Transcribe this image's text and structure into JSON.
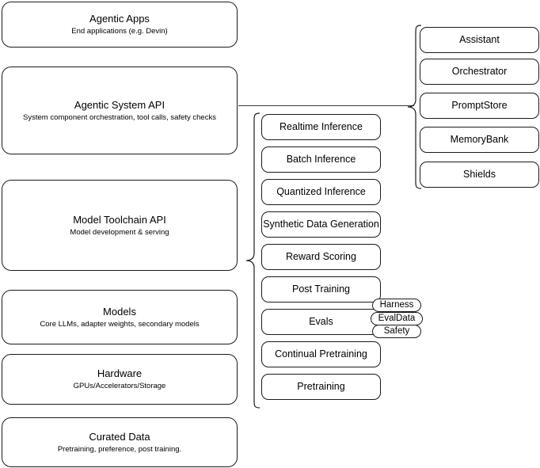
{
  "diagram": {
    "title": "AI Stack Layers Diagram",
    "stroke_color": "#1a1a1a",
    "background_color": "#ffffff"
  },
  "layers": [
    {
      "name": "agentic-apps",
      "title": "Agentic Apps",
      "subtitle": "End applications (e.g. Devin)"
    },
    {
      "name": "agentic-system-api",
      "title": "Agentic System API",
      "subtitle": "System component orchestration, tool calls, safety checks"
    },
    {
      "name": "model-toolchain-api",
      "title": "Model Toolchain API",
      "subtitle": "Model development & serving"
    },
    {
      "name": "models",
      "title": "Models",
      "subtitle": "Core LLMs, adapter weights, secondary models"
    },
    {
      "name": "hardware",
      "title": "Hardware",
      "subtitle": "GPUs/Accelerators/Storage"
    },
    {
      "name": "curated-data",
      "title": "Curated Data",
      "subtitle": "Pretraining, preference, post training."
    }
  ],
  "toolchain_capabilities": [
    {
      "name": "realtime-inference",
      "label": "Realtime Inference"
    },
    {
      "name": "batch-inference",
      "label": "Batch Inference"
    },
    {
      "name": "quantized-inference",
      "label": "Quantized Inference"
    },
    {
      "name": "synthetic-data-generation",
      "label": "Synthetic Data Generation"
    },
    {
      "name": "reward-scoring",
      "label": "Reward Scoring"
    },
    {
      "name": "post-training",
      "label": "Post Training"
    },
    {
      "name": "evals",
      "label": "Evals"
    },
    {
      "name": "continual-pretraining",
      "label": "Continual Pretraining"
    },
    {
      "name": "pretraining",
      "label": "Pretraining"
    }
  ],
  "eval_badges": [
    {
      "name": "harness",
      "label": "Harness"
    },
    {
      "name": "evaldata",
      "label": "EvalData"
    },
    {
      "name": "safety",
      "label": "Safety"
    }
  ],
  "system_components": [
    {
      "name": "assistant",
      "label": "Assistant"
    },
    {
      "name": "orchestrator",
      "label": "Orchestrator"
    },
    {
      "name": "promptstore",
      "label": "PromptStore"
    },
    {
      "name": "memorybank",
      "label": "MemoryBank"
    },
    {
      "name": "shields",
      "label": "Shields"
    }
  ]
}
